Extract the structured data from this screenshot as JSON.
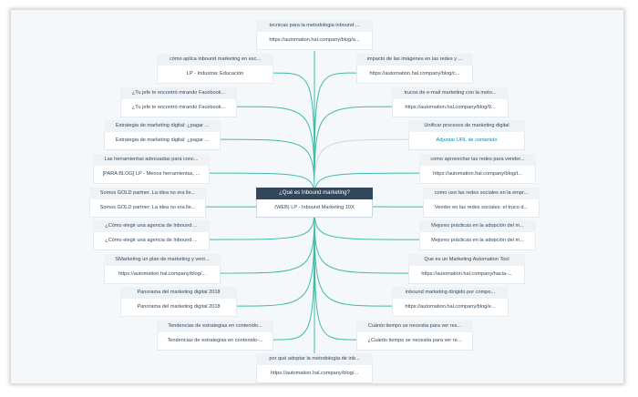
{
  "center": {
    "title": "¿Qué es Inbound marketing?",
    "body": "(WEB) LP - Inbound Marketing 10X"
  },
  "colors": {
    "edge": "#3fbba5",
    "edge_light": "#cbd6e2",
    "center_header": "#33475b",
    "link": "#0091ae"
  },
  "top": {
    "title": "tecnicas para la metodologia inbound ...",
    "body": "https://automation.hal.company/blog/a..."
  },
  "bottom": {
    "title": "por qué adoptar la metodología de inb...",
    "body": "https://automation.hal.company/blog/..."
  },
  "left": [
    {
      "title": "cómo aplica inbound marketing en esc...",
      "body": "LP - Industria: Educación"
    },
    {
      "title": "¿Tu jefe te encontró mirando Facebook...",
      "body": "¿Tu jefe te encontró mirando Facebook..."
    },
    {
      "title": "Estrategia de marketing digital: ¿pagar ...",
      "body": "Estrategia de marketing digital: ¿pagar ..."
    },
    {
      "title": "Las herramientas adecuadas para conc...",
      "body": "[PARA BLOG] LP - Menos herramientas, ..."
    },
    {
      "title": "Somos GOLD partner. La idea no era lle...",
      "body": "Somos GOLD partner: La idea no era lle..."
    },
    {
      "title": "¿Cómo elegir una agencia de Inbound ...",
      "body": "¿Cómo elegir una agencia de Inbound ..."
    },
    {
      "title": "SMarketing un plan de marketing y vent...",
      "body": "https://automation.hal.company/blog/..."
    },
    {
      "title": "Panorama del marketing digital 2018",
      "body": "Panorama del marketing digital 2018"
    },
    {
      "title": "Tendencias de estrategias en contenido...",
      "body": "Tendencias de estrategias en contenido-..."
    }
  ],
  "right": [
    {
      "title": "impacto de las imágenes en las redes y ...",
      "body": "https://automation.hal.company/blog/c..."
    },
    {
      "title": "trucos de e-mail marketing con la meto...",
      "body": "https://automation.hal.company/blog/9..."
    },
    {
      "title": "Unificar procesos de marketing digital",
      "body": "Adjuntar URL de contenido",
      "link": true
    },
    {
      "title": "como aprovechar las redes para vender...",
      "body": "https://automation.hal.company/blog/t..."
    },
    {
      "title": "como uso las redes sociales en la empr...",
      "body": "Vender en las redes sociales: el truco d..."
    },
    {
      "title": "Mejores prácticas en la adopción del m...",
      "body": "Mejores prácticas en la adopción del m..."
    },
    {
      "title": "Que es un Marketing Automation Tool",
      "body": "https://automation.hal.company/hacia-..."
    },
    {
      "title": "inbound marketing dirigido por compo...",
      "body": "https://automation.hal.company/blog/e..."
    },
    {
      "title": "Cuánto tiempo se necesita para ver res...",
      "body": "¿Cuánto tiempo se necesita para ver re..."
    }
  ]
}
